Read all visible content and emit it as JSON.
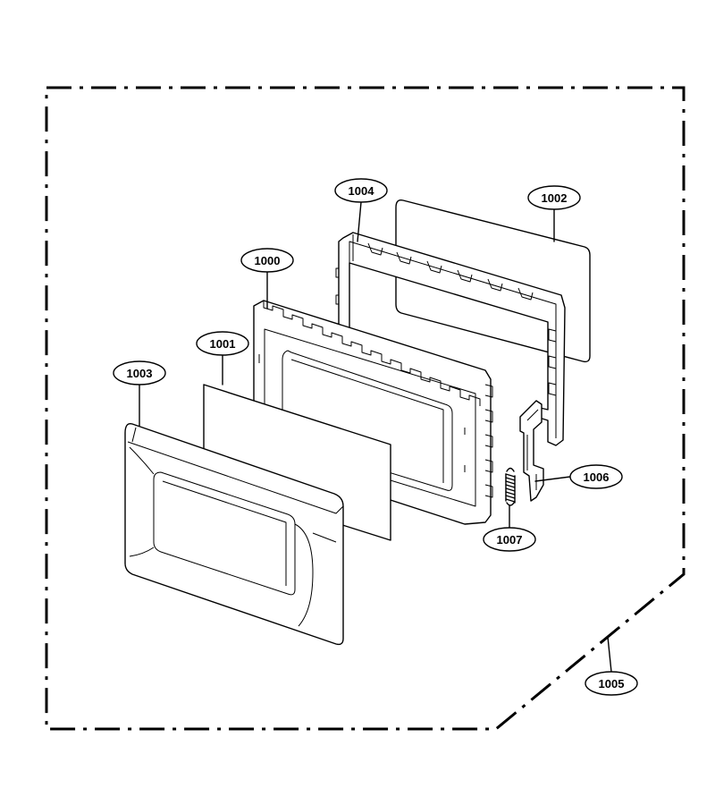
{
  "parts": {
    "p1000": "1000",
    "p1001": "1001",
    "p1002": "1002",
    "p1003": "1003",
    "p1004": "1004",
    "p1005": "1005",
    "p1006": "1006",
    "p1007": "1007"
  },
  "colors": {
    "line": "#000000",
    "background": "#ffffff"
  }
}
